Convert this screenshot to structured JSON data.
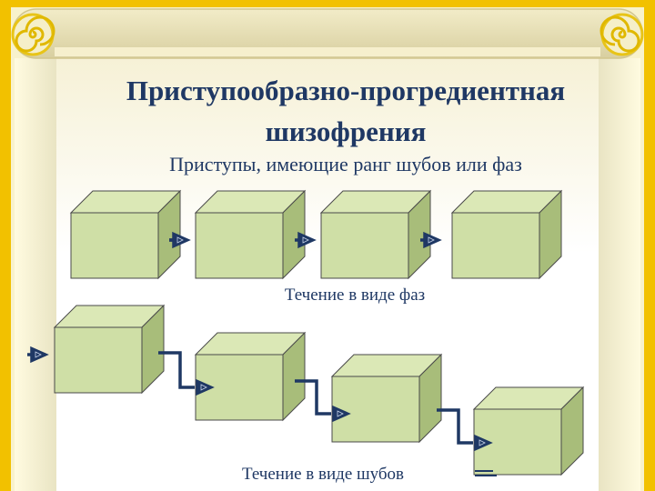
{
  "slide": {
    "title_line1": "Приступообразно-прогредиентная",
    "title_line2": "шизофрения",
    "subtitle": "Приступы, имеющие ранг шубов или фаз",
    "caption_phases": "Течение в виде фаз",
    "caption_shubs": "Течение в виде шубов"
  },
  "colors": {
    "frame_gold": "#f2c100",
    "frame_light": "#f7f1c4",
    "column_cream": "#eee9cf",
    "cube_front": "#cfdfa6",
    "cube_top": "#dbe8b6",
    "cube_side": "#a8bd7a",
    "connector": "#1f3864",
    "text": "#1f3864"
  },
  "icons": {
    "arrow_marker": "play-triangle-icon",
    "corner_scroll": "spiral-scroll-icon"
  }
}
